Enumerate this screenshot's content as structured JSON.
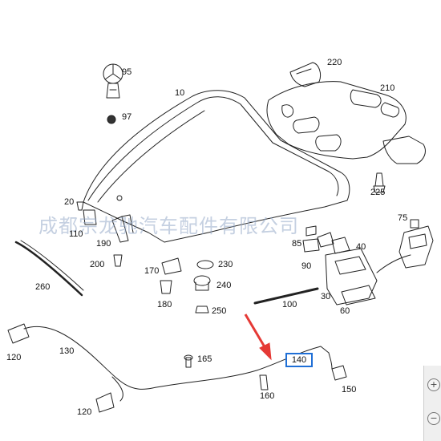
{
  "watermark": "成都宗龙驰汽车配件有限公司",
  "labels": {
    "p10": "10",
    "p20": "20",
    "p30": "30",
    "p40": "40",
    "p60": "60",
    "p75": "75",
    "p85": "85",
    "p90": "90",
    "p95": "95",
    "p97": "97",
    "p100": "100",
    "p110": "110",
    "p120a": "120",
    "p120b": "120",
    "p130": "130",
    "p150": "150",
    "p160": "160",
    "p165": "165",
    "p170": "170",
    "p180": "180",
    "p190": "190",
    "p200": "200",
    "p210": "210",
    "p220": "220",
    "p225": "225",
    "p230": "230",
    "p240": "240",
    "p250": "250",
    "p260": "260"
  },
  "highlight": {
    "label": "140",
    "color": "#1f6fd6"
  },
  "arrow": {
    "color": "#e53935"
  },
  "zoom_controls": {
    "zoom_in": "+",
    "zoom_out": "−"
  }
}
